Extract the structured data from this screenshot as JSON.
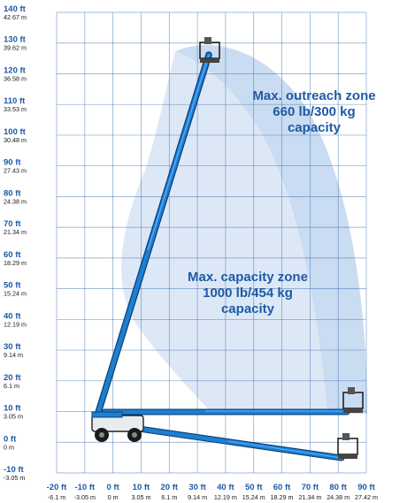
{
  "axes": {
    "y_ticks": [
      {
        "ft": "140 ft",
        "m": "42.67 m"
      },
      {
        "ft": "130 ft",
        "m": "39.62 m"
      },
      {
        "ft": "120 ft",
        "m": "36.58 m"
      },
      {
        "ft": "110 ft",
        "m": "33.53 m"
      },
      {
        "ft": "100 ft",
        "m": "30.48 m"
      },
      {
        "ft": "90 ft",
        "m": "27.43 m"
      },
      {
        "ft": "80 ft",
        "m": "24.38 m"
      },
      {
        "ft": "70 ft",
        "m": "21.34 m"
      },
      {
        "ft": "60 ft",
        "m": "18.29 m"
      },
      {
        "ft": "50 ft",
        "m": "15.24 m"
      },
      {
        "ft": "40 ft",
        "m": "12.19 m"
      },
      {
        "ft": "30 ft",
        "m": "9.14 m"
      },
      {
        "ft": "20 ft",
        "m": "6.1 m"
      },
      {
        "ft": "10 ft",
        "m": "3.05 m"
      },
      {
        "ft": "0 ft",
        "m": "0 m"
      },
      {
        "ft": "-10 ft",
        "m": "-3.05 m"
      }
    ],
    "x_ticks": [
      {
        "ft": "-20 ft",
        "m": "-6.1 m"
      },
      {
        "ft": "-10 ft",
        "m": "-3.05 m"
      },
      {
        "ft": "0 ft",
        "m": "0 m"
      },
      {
        "ft": "10 ft",
        "m": "3.05 m"
      },
      {
        "ft": "20 ft",
        "m": "6.1 m"
      },
      {
        "ft": "30 ft",
        "m": "9.14 m"
      },
      {
        "ft": "40 ft",
        "m": "12.19 m"
      },
      {
        "ft": "50 ft",
        "m": "15.24 m"
      },
      {
        "ft": "60 ft",
        "m": "18.29 m"
      },
      {
        "ft": "70 ft",
        "m": "21.34 m"
      },
      {
        "ft": "80 ft",
        "m": "24.38 m"
      },
      {
        "ft": "90 ft",
        "m": "27.42 m"
      }
    ]
  },
  "zones": {
    "outreach": {
      "line1": "Max. outreach zone",
      "line2": "660 lb/300 kg",
      "line3": "capacity"
    },
    "capacity": {
      "line1": "Max. capacity zone",
      "line2": "1000 lb/454 kg",
      "line3": "capacity"
    }
  },
  "colors": {
    "grid": "#1f5aa6",
    "label_blue": "#1f5aa6",
    "boom": "#1e7fd0",
    "boom_dark": "#0b3f7a",
    "outreach_zone": "#c7daf0",
    "capacity_zone": "#dbe7f6"
  }
}
